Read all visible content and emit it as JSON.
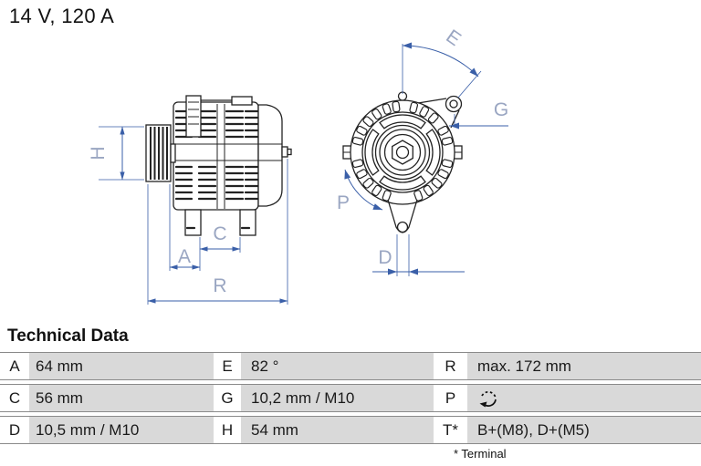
{
  "title": "14 V, 120 A",
  "section": {
    "heading": "Technical Data",
    "footnote": "* Terminal"
  },
  "diagram": {
    "side_view_labels": {
      "h": "H",
      "a": "A",
      "c": "C",
      "r": "R"
    },
    "front_view_labels": {
      "e": "E",
      "g": "G",
      "p": "P",
      "d": "D"
    }
  },
  "colors": {
    "dimension_line": "#3a5fa8",
    "dimension_label": "#9aa6c2",
    "table_row_background": "#d9d9d9",
    "table_row_border": "#8a8a8a",
    "line_art": "#232323"
  },
  "table": {
    "rows": [
      {
        "cells": [
          {
            "key": "A",
            "value": "64 mm"
          },
          {
            "key": "E",
            "value": "82 °"
          },
          {
            "key": "R",
            "value": "max. 172 mm"
          }
        ]
      },
      {
        "cells": [
          {
            "key": "C",
            "value": "56 mm"
          },
          {
            "key": "G",
            "value": "10,2 mm / M10"
          },
          {
            "key": "P",
            "value": "",
            "icon": "rotation-direction-ccw-icon"
          }
        ]
      },
      {
        "cells": [
          {
            "key": "D",
            "value": "10,5 mm / M10"
          },
          {
            "key": "H",
            "value": "54 mm"
          },
          {
            "key": "T*",
            "value": "B+(M8), D+(M5)"
          }
        ]
      }
    ]
  }
}
